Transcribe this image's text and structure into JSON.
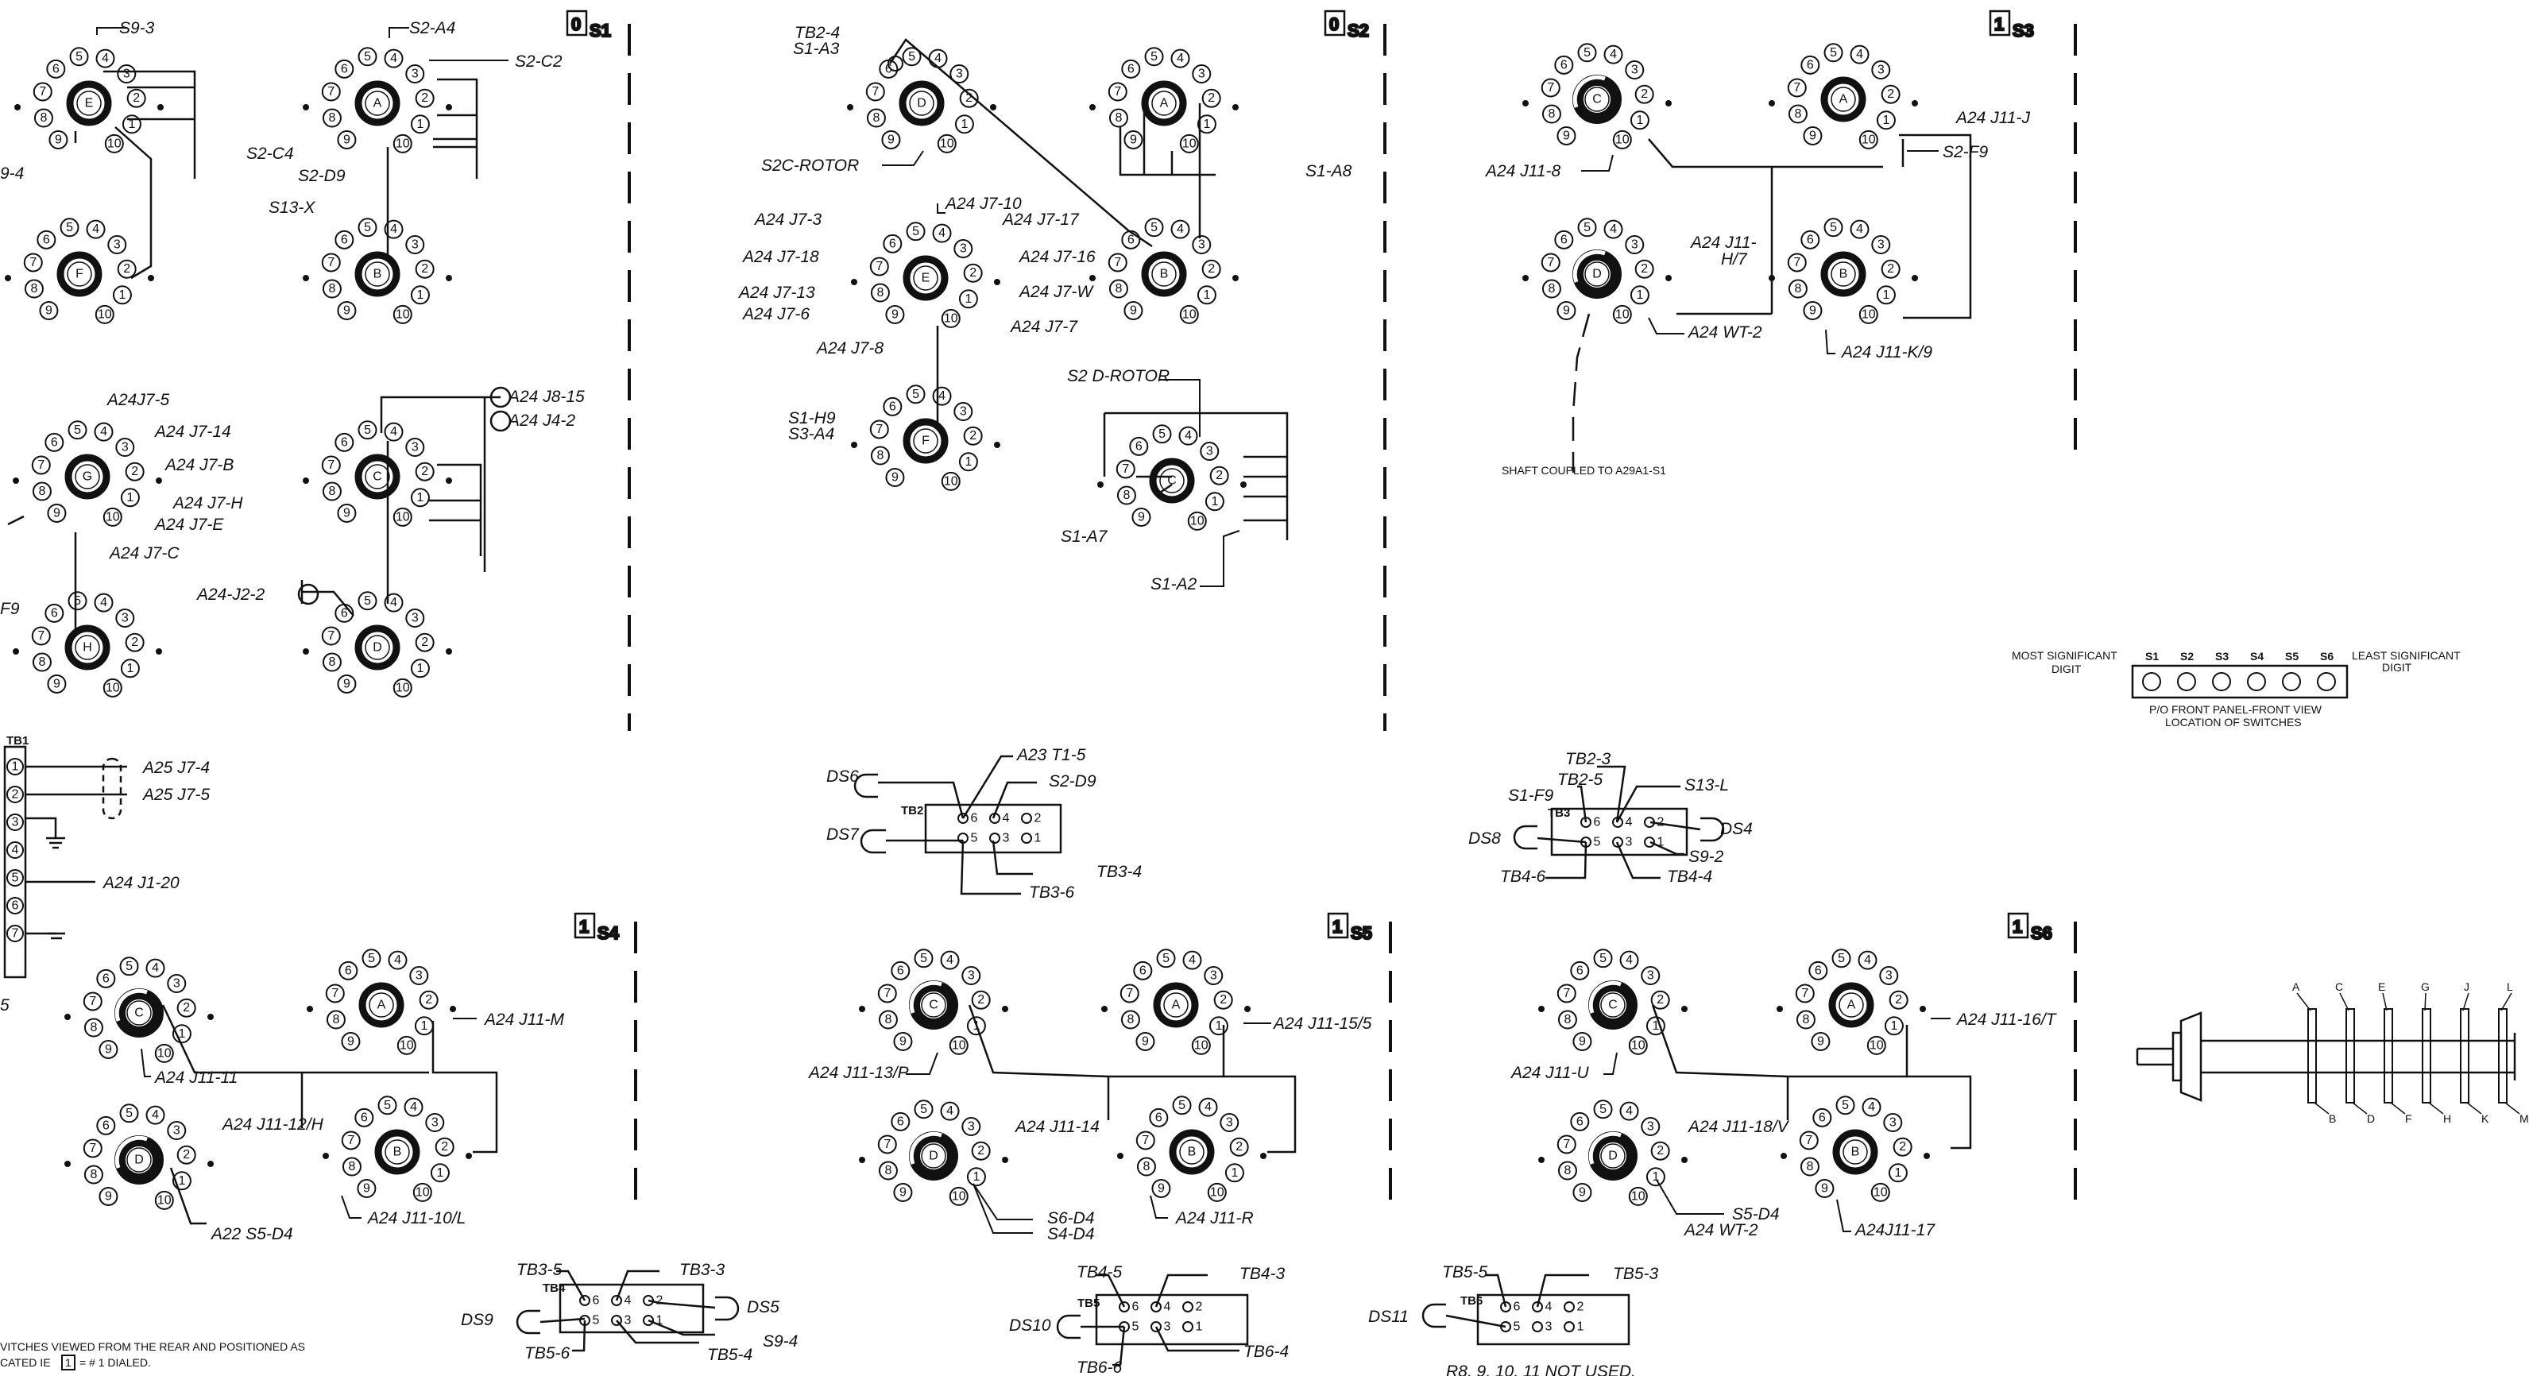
{
  "sections": [
    {
      "id": "S1",
      "label": "S1",
      "box_digit": "0"
    },
    {
      "id": "S2",
      "label": "S2",
      "box_digit": "0"
    },
    {
      "id": "S3",
      "label": "S3",
      "box_digit": "1"
    },
    {
      "id": "S4",
      "label": "S4",
      "box_digit": "1"
    },
    {
      "id": "S5",
      "label": "S5",
      "box_digit": "1"
    },
    {
      "id": "S6",
      "label": "S6",
      "box_digit": "1"
    }
  ],
  "wafers": [
    {
      "id": "s1e",
      "letter": "E"
    },
    {
      "id": "s1a",
      "letter": "A"
    },
    {
      "id": "s1f",
      "letter": "F"
    },
    {
      "id": "s1b",
      "letter": "B"
    },
    {
      "id": "s1g",
      "letter": "G"
    },
    {
      "id": "s1c",
      "letter": "C"
    },
    {
      "id": "s1h",
      "letter": "H"
    },
    {
      "id": "s1d",
      "letter": "D"
    },
    {
      "id": "s2d",
      "letter": "D"
    },
    {
      "id": "s2a",
      "letter": "A"
    },
    {
      "id": "s2e",
      "letter": "E"
    },
    {
      "id": "s2b",
      "letter": "B"
    },
    {
      "id": "s2f",
      "letter": "F"
    },
    {
      "id": "s2c",
      "letter": "C"
    },
    {
      "id": "s3c",
      "letter": "C"
    },
    {
      "id": "s3a",
      "letter": "A"
    },
    {
      "id": "s3d",
      "letter": "D"
    },
    {
      "id": "s3b",
      "letter": "B"
    },
    {
      "id": "s4c",
      "letter": "C"
    },
    {
      "id": "s4a",
      "letter": "A"
    },
    {
      "id": "s4d",
      "letter": "D"
    },
    {
      "id": "s4b",
      "letter": "B"
    },
    {
      "id": "s5c",
      "letter": "C"
    },
    {
      "id": "s5a",
      "letter": "A"
    },
    {
      "id": "s5d",
      "letter": "D"
    },
    {
      "id": "s5b",
      "letter": "B"
    },
    {
      "id": "s6c",
      "letter": "C"
    },
    {
      "id": "s6a",
      "letter": "A"
    },
    {
      "id": "s6d",
      "letter": "D"
    },
    {
      "id": "s6b",
      "letter": "B"
    }
  ],
  "positions": [
    "9",
    "8",
    "7",
    "6",
    "5",
    "4",
    "3",
    "2",
    "1",
    "10"
  ],
  "labels": {
    "s1_s9_3": "S9-3",
    "s1_s2_a4": "S2-A4",
    "s1_s2_c2": "S2-C2",
    "s1_s2_c4": "S2-C4",
    "s1_s2_d9": "S2-D9",
    "s1_left_4": "9-4",
    "s1_s13_x": "S13-X",
    "s1_a24_j7_5": "A24J7-5",
    "s1_a24_j7_14": "A24 J7-14",
    "s1_a24_j7_b": "A24 J7-B",
    "s1_a24_j7_h": "A24 J7-H",
    "s1_a24_j7_e": "A24 J7-E",
    "s1_a24_j7_c": "A24 J7-C",
    "s1_f9": "F9",
    "s1_a24_j8_15": "A24 J8-15",
    "s1_a24_j4_2": "A24 J4-2",
    "s1_a24_j2_2": "A24-J2-2",
    "tb1": "TB1",
    "tb1_a25_j7_4": "A25 J7-4",
    "tb1_a25_j7_5": "A25 J7-5",
    "tb1_a24_j1_20": "A24 J1-20",
    "tb1_terms": [
      "1",
      "2",
      "3",
      "4",
      "5",
      "6",
      "7"
    ],
    "tb1_bottom": "5",
    "s2_tb2_4": "TB2-4",
    "s2_s1_a3": "S1-A3",
    "s2_s2c_rotor": "S2C-ROTOR",
    "s2_a24_j7_3": "A24 J7-3",
    "s2_a24_j7_10": "A24 J7-10",
    "s2_a24_j7_17": "A24 J7-17",
    "s2_a24_j7_18": "A24 J7-18",
    "s2_a24_j7_16": "A24 J7-16",
    "s2_a24_j7_13": "A24 J7-13",
    "s2_a24_j7_w": "A24 J7-W",
    "s2_a24_j7_6": "A24 J7-6",
    "s2_a24_j7_7": "A24 J7-7",
    "s2_a24_j7_8": "A24 J7-8",
    "s2_s1_a8": "S1-A8",
    "s2_s1_h9": "S1-H9",
    "s2_s3_a4": "S3-A4",
    "s2_s2d_rotor": "S2 D-ROTOR",
    "s2_s1_a7": "S1-A7",
    "s2_s1_a2": "S1-A2",
    "tb2": "TB2",
    "tb2_a23_t1_5": "A23 T1-5",
    "tb2_s2_d9": "S2-D9",
    "tb2_ds6": "DS6",
    "tb2_ds7": "DS7",
    "tb2_tb3_4": "TB3-4",
    "tb2_tb3_6": "TB3-6",
    "s3_a24_j11_8": "A24 J11-8",
    "s3_a24_j11_j": "A24 J11-J",
    "s3_s2_f9": "S2-F9",
    "s3_a24_j11_h7": "A24 J11-",
    "s3_a24_j11_h7b": "H/7",
    "s3_a24_wt_2": "A24 WT-2",
    "s3_a24_j11_k9": "A24 J11-K/9",
    "s3_shaft": "SHAFT COUPLED TO A29A1-S1",
    "tb3": "TB3",
    "tb3_tb2_3": "TB2-3",
    "tb3_tb2_5": "TB2-5",
    "tb3_s1_f9": "S1-F9",
    "tb3_s13_l": "S13-L",
    "tb3_ds8": "DS8",
    "tb3_ds4": "DS4",
    "tb3_s9_2": "S9-2",
    "tb3_tb4_6": "TB4-6",
    "tb3_tb4_4": "TB4-4",
    "legend_most": "MOST SIGNIFICANT",
    "legend_digit": "DIGIT",
    "legend_least": "LEAST SIGNIFICANT",
    "legend_digit2": "DIGIT",
    "legend_switches": [
      "S1",
      "S2",
      "S3",
      "S4",
      "S5",
      "S6"
    ],
    "legend_panel": "P/O FRONT PANEL-FRONT VIEW",
    "legend_loc": "LOCATION OF SWITCHES",
    "s4_a24_j11_m": "A24 J11-M",
    "s4_a24_j11_11": "A24 J11-11",
    "s4_a24_j11_12h": "A24 J11-12/H",
    "s4_a22_s5_d4": "A22 S5-D4",
    "s4_a24_j11_10l": "A24 J11-10/L",
    "s5_a24_j11_15_5": "A24 J11-15/5",
    "s5_a24_j11_13p": "A24 J11-13/P",
    "s5_a24_j11_14": "A24 J11-14",
    "s5_s6_d4": "S6-D4",
    "s5_s4_d4": "S4-D4",
    "s5_a24_j11_r": "A24 J11-R",
    "s6_a24_j11_16t": "A24 J11-16/T",
    "s6_a24_j11_u": "A24 J11-U",
    "s6_a24_j11_18v": "A24 J11-18/V",
    "s6_s5_d4": "S5-D4",
    "s6_a24_wt_2": "A24 WT-2",
    "s6_a24_j11_17": "A24J11-17",
    "tb4": "TB4",
    "tb4_tb3_5": "TB3-5",
    "tb4_tb3_3": "TB3-3",
    "tb4_ds9": "DS9",
    "tb4_ds5": "DS5",
    "tb4_s9_4": "S9-4",
    "tb4_tb5_6": "TB5-6",
    "tb4_tb5_4": "TB5-4",
    "tb5": "TB5",
    "tb5_tb4_5": "TB4-5",
    "tb5_tb4_3": "TB4-3",
    "tb5_ds10": "DS10",
    "tb5_tb6_4": "TB6-4",
    "tb5_tb6_6": "TB6-6",
    "tb6": "TB6",
    "tb6_tb5_5": "TB5-5",
    "tb6_tb5_3": "TB5-3",
    "tb6_ds11": "DS11",
    "tb6_not_used": "R8, 9, 10, 11 NOT USED.",
    "tb_terms": [
      "6",
      "4",
      "2",
      "5",
      "3",
      "1"
    ],
    "note_line1": "VITCHES VIEWED FROM THE REAR AND POSITIONED AS",
    "note_line2": "CATED IE",
    "note_box": "1",
    "note_line3": "= # 1 DIALED.",
    "wafer_letters": [
      "A",
      "C",
      "E",
      "G",
      "J",
      "L",
      "B",
      "D",
      "F",
      "H",
      "K",
      "M"
    ]
  }
}
